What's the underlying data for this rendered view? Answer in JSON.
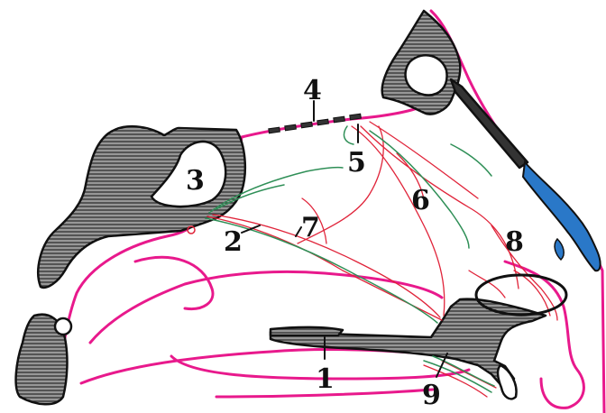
{
  "labels": {
    "l1": "1",
    "l2": "2",
    "l3": "3",
    "l4": "4",
    "l5": "5",
    "l6": "6",
    "l7": "7",
    "l8": "8",
    "l9": "9"
  },
  "colors": {
    "outline": "#e8198c",
    "artery": "#e0243a",
    "vein": "#2f8f57",
    "bone_fill": "#4a4a4a",
    "cartilage": "#2a78c8",
    "marker": "#111111"
  }
}
